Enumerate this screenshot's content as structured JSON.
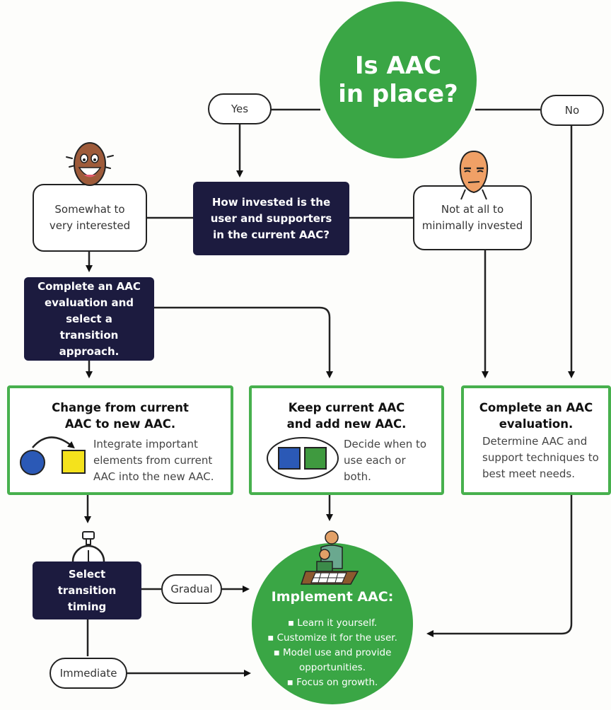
{
  "question": "Is AAC\nin place?",
  "yes_label": "Yes",
  "no_label": "No",
  "invested_question": "How invested is the user and supporters in the current AAC?",
  "interested_label": "Somewhat to very interested",
  "not_invested_label": "Not at all to minimally invested",
  "evaluation_step": "Complete an AAC evaluation and select a transition approach.",
  "change_box": {
    "title": "Change from current AAC to new AAC.",
    "text": "Integrate important elements from current AAC into the new AAC."
  },
  "keep_box": {
    "title": "Keep current AAC and add new AAC.",
    "text": "Decide when to use each or both."
  },
  "complete_box": {
    "title": "Complete an AAC evaluation.",
    "text": "Determine AAC and support techniques to best meet needs."
  },
  "timing_step": "Select transition timing",
  "gradual_label": "Gradual",
  "immediate_label": "Immediate",
  "implement": {
    "title": "Implement AAC:",
    "items": [
      "Learn it yourself.",
      "Customize it for the user.",
      "Model use and provide opportunities.",
      "Focus on growth."
    ]
  },
  "colors": {
    "green": "#3aa645",
    "green_border": "#47b04d",
    "navy": "#1c1b3f",
    "blue_shape": "#2b59b6",
    "yellow_shape": "#f4e21c",
    "green_shape": "#3f9a3f"
  },
  "icons": [
    "happy-face-icon",
    "unimpressed-face-icon",
    "stopwatch-icon",
    "adult-child-board-icon",
    "curved-arrow-icon"
  ]
}
